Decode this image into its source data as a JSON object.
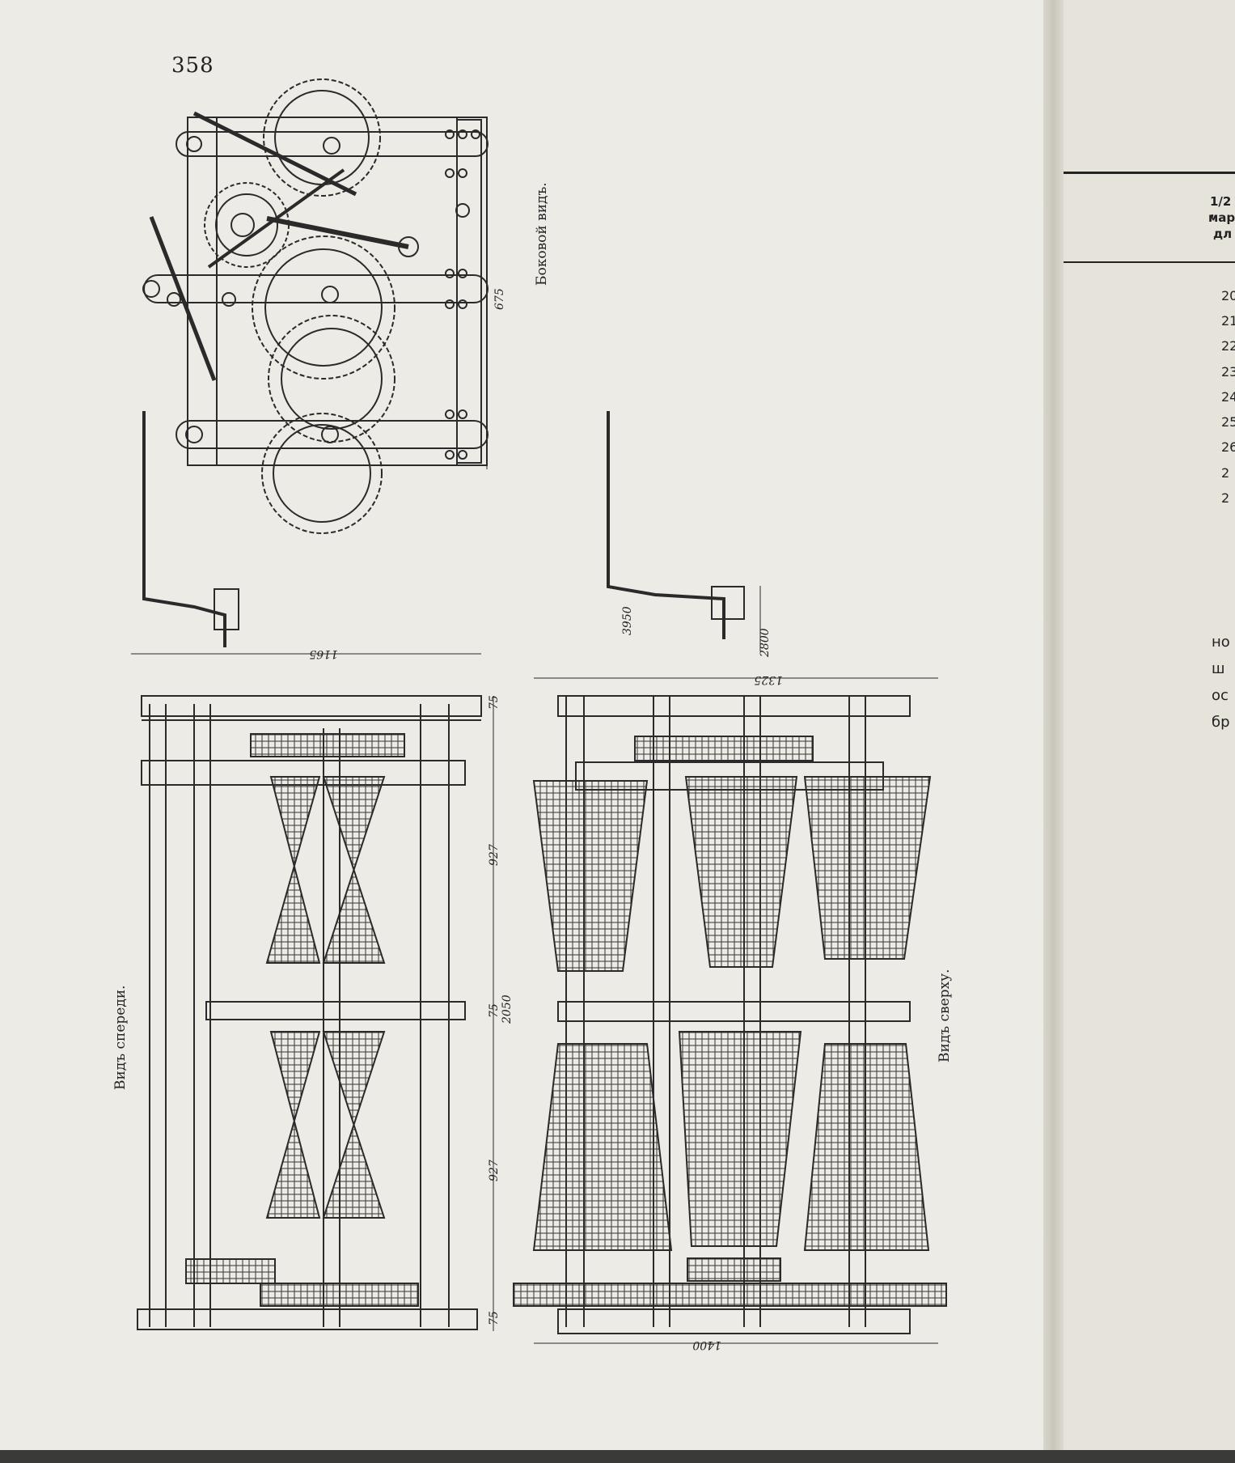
{
  "page": {
    "number": "358"
  },
  "views": {
    "side": "Боковой видъ.",
    "front": "Видъ спереди.",
    "top": "Видъ сверху."
  },
  "dimensions": {
    "side_675": "675",
    "front_1165": "1165",
    "front_75_top": "75",
    "front_927_a": "927",
    "front_75_mid": "75",
    "front_2050": "2050",
    "front_927_b": "927",
    "front_75_bottom": "75",
    "top_3950": "3950",
    "top_2800": "2800",
    "top_1325": "1325",
    "top_1400": "1400"
  },
  "right_page": {
    "header_lines": [
      "1/2 ·",
      "мар",
      "дл"
    ],
    "row_numbers": [
      "20",
      "21",
      "22",
      "23",
      "24",
      "25",
      "26",
      "2",
      "2"
    ],
    "text_lines": [
      "но",
      "ш",
      "ос",
      "бр"
    ]
  }
}
